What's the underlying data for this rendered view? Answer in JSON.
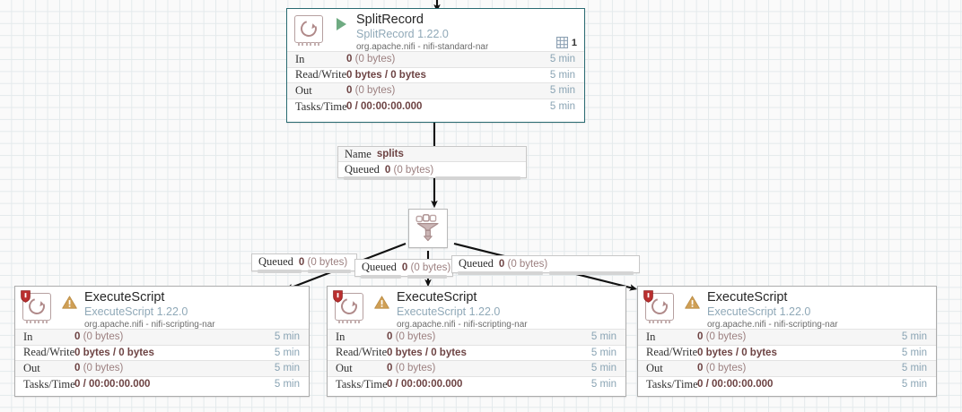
{
  "canvas": {
    "background": "#fafafa",
    "grid_color": "#e4eaec"
  },
  "palette": {
    "accent_teal": "#2a6b72",
    "running_green": "#6fab82",
    "warning_amber": "#cf9f55",
    "restricted_red": "#ba2f2f",
    "stat_value": "#6d4343",
    "stat_time": "#8aa4b4",
    "type_text": "#90a9b8"
  },
  "stat_row_labels": {
    "in": "In",
    "read_write": "Read/Write",
    "out": "Out",
    "tasks_time": "Tasks/Time"
  },
  "processors": [
    {
      "id": "splitrecord",
      "name": "SplitRecord",
      "type": "SplitRecord 1.22.0",
      "bundle": "org.apache.nifi - nifi-standard-nar",
      "selected": true,
      "run_state": "running",
      "run_icon": "play-icon",
      "restricted": false,
      "thread_count": "1",
      "thread_icon": "active-threads-icon",
      "stats": [
        {
          "label": "In",
          "value": "0",
          "detail": "(0 bytes)",
          "bold_whole": false,
          "time": "5 min"
        },
        {
          "label": "Read/Write",
          "value": "0 bytes / 0 bytes",
          "detail": "",
          "bold_whole": true,
          "time": "5 min"
        },
        {
          "label": "Out",
          "value": "0",
          "detail": "(0 bytes)",
          "bold_whole": false,
          "time": "5 min"
        },
        {
          "label": "Tasks/Time",
          "value": "0 / 00:00:00.000",
          "detail": "",
          "bold_whole": true,
          "time": "5 min"
        }
      ]
    },
    {
      "id": "executescript-left",
      "name": "ExecuteScript",
      "type": "ExecuteScript 1.22.0",
      "bundle": "org.apache.nifi - nifi-scripting-nar",
      "selected": false,
      "run_state": "invalid",
      "run_icon": "warning-triangle-icon",
      "restricted": true,
      "thread_count": "",
      "thread_icon": "",
      "stats": [
        {
          "label": "In",
          "value": "0",
          "detail": "(0 bytes)",
          "bold_whole": false,
          "time": "5 min"
        },
        {
          "label": "Read/Write",
          "value": "0 bytes / 0 bytes",
          "detail": "",
          "bold_whole": true,
          "time": "5 min"
        },
        {
          "label": "Out",
          "value": "0",
          "detail": "(0 bytes)",
          "bold_whole": false,
          "time": "5 min"
        },
        {
          "label": "Tasks/Time",
          "value": "0 / 00:00:00.000",
          "detail": "",
          "bold_whole": true,
          "time": "5 min"
        }
      ]
    },
    {
      "id": "executescript-middle",
      "name": "ExecuteScript",
      "type": "ExecuteScript 1.22.0",
      "bundle": "org.apache.nifi - nifi-scripting-nar",
      "selected": false,
      "run_state": "invalid",
      "run_icon": "warning-triangle-icon",
      "restricted": true,
      "thread_count": "",
      "thread_icon": "",
      "stats": [
        {
          "label": "In",
          "value": "0",
          "detail": "(0 bytes)",
          "bold_whole": false,
          "time": "5 min"
        },
        {
          "label": "Read/Write",
          "value": "0 bytes / 0 bytes",
          "detail": "",
          "bold_whole": true,
          "time": "5 min"
        },
        {
          "label": "Out",
          "value": "0",
          "detail": "(0 bytes)",
          "bold_whole": false,
          "time": "5 min"
        },
        {
          "label": "Tasks/Time",
          "value": "0 / 00:00:00.000",
          "detail": "",
          "bold_whole": true,
          "time": "5 min"
        }
      ]
    },
    {
      "id": "executescript-right",
      "name": "ExecuteScript",
      "type": "ExecuteScript 1.22.0",
      "bundle": "org.apache.nifi - nifi-scripting-nar",
      "selected": false,
      "run_state": "invalid",
      "run_icon": "warning-triangle-icon",
      "restricted": true,
      "thread_count": "",
      "thread_icon": "",
      "stats": [
        {
          "label": "In",
          "value": "0",
          "detail": "(0 bytes)",
          "bold_whole": false,
          "time": "5 min"
        },
        {
          "label": "Read/Write",
          "value": "0 bytes / 0 bytes",
          "detail": "",
          "bold_whole": true,
          "time": "5 min"
        },
        {
          "label": "Out",
          "value": "0",
          "detail": "(0 bytes)",
          "bold_whole": false,
          "time": "5 min"
        },
        {
          "label": "Tasks/Time",
          "value": "0 / 00:00:00.000",
          "detail": "",
          "bold_whole": true,
          "time": "5 min"
        }
      ]
    }
  ],
  "funnel": {
    "id": "funnel-node",
    "icon": "funnel-icon"
  },
  "connections": [
    {
      "id": "conn-splits",
      "name_key": "Name",
      "name_value": "splits",
      "queued_key": "Queued",
      "queued_value": "0",
      "queued_detail": "(0 bytes)"
    },
    {
      "id": "conn-queued-left",
      "name_key": "",
      "name_value": "",
      "queued_key": "Queued",
      "queued_value": "0",
      "queued_detail": "(0 bytes)"
    },
    {
      "id": "conn-queued-middle",
      "name_key": "",
      "name_value": "",
      "queued_key": "Queued",
      "queued_value": "0",
      "queued_detail": "(0 bytes)"
    },
    {
      "id": "conn-queued-right",
      "name_key": "",
      "name_value": "",
      "queued_key": "Queued",
      "queued_value": "0",
      "queued_detail": "(0 bytes)"
    }
  ]
}
